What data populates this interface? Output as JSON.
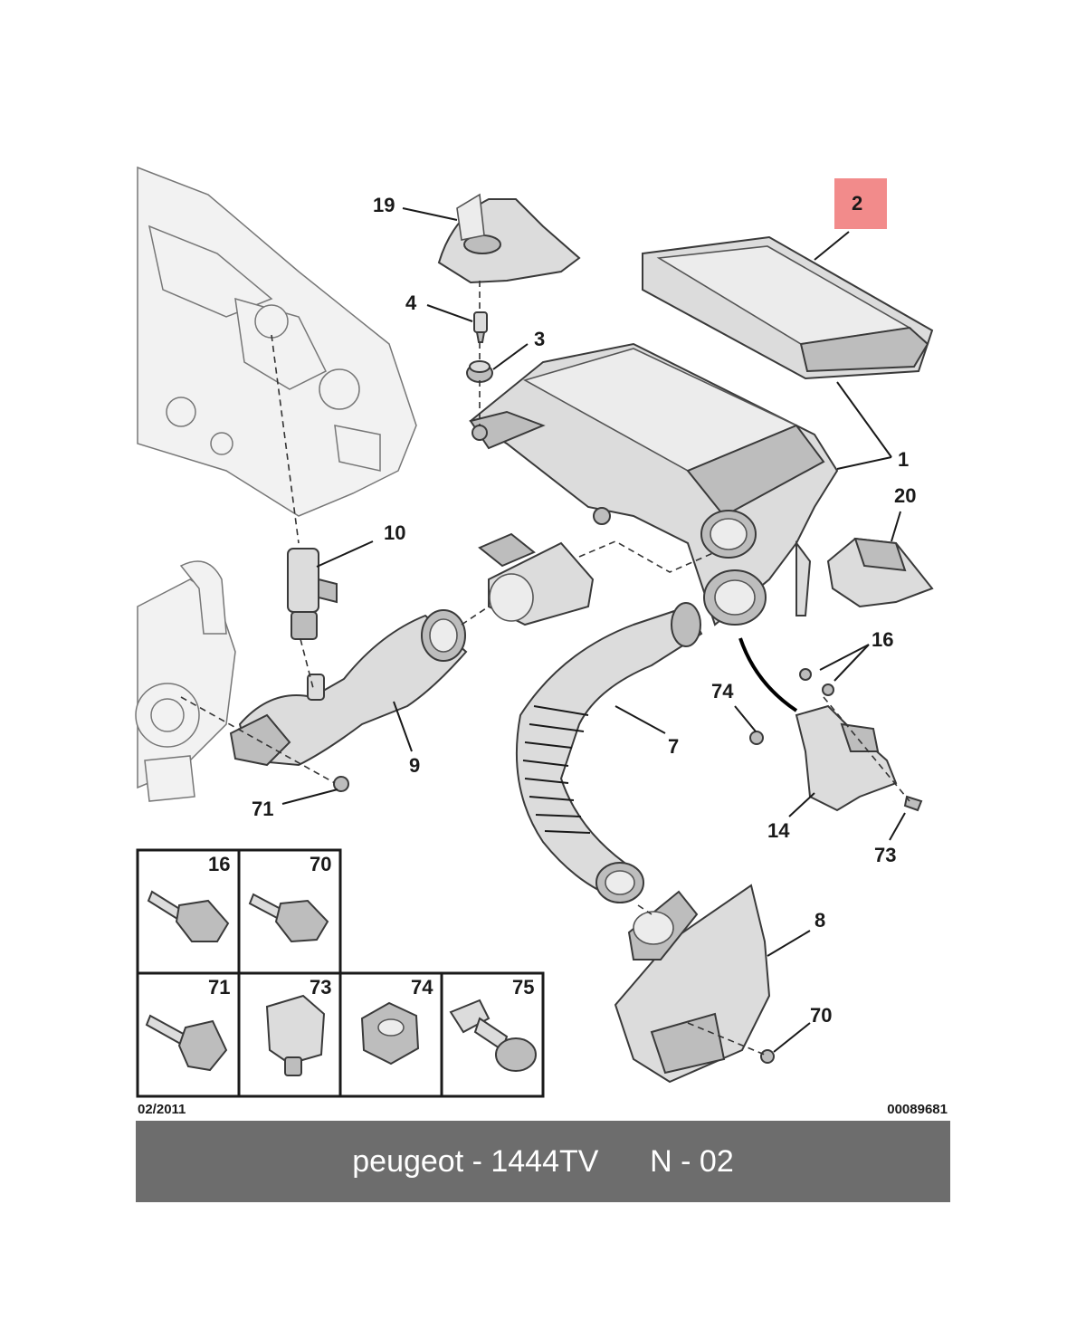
{
  "callouts": {
    "c19": "19",
    "c2": "2",
    "c4": "4",
    "c3": "3",
    "c1": "1",
    "c20": "20",
    "c10": "10",
    "c16": "16",
    "c74": "74",
    "c7": "7",
    "c9": "9",
    "c71": "71",
    "c14": "14",
    "c73": "73",
    "c8": "8",
    "c70": "70"
  },
  "legend": {
    "cells": [
      "16",
      "70",
      "71",
      "73",
      "74",
      "75"
    ]
  },
  "meta": {
    "date": "02/2011",
    "ref": "00089681"
  },
  "footer": {
    "brand_part": "peugeot - 1444TV",
    "sheet": "N - 02"
  },
  "colors": {
    "highlight": "#f28b8b",
    "footer_bg": "#6d6d6d"
  }
}
